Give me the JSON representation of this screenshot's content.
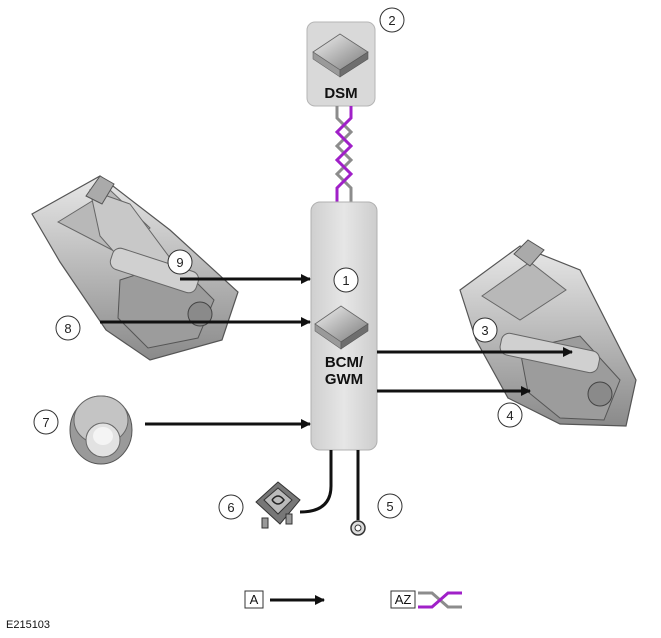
{
  "modules": {
    "dsm": {
      "label": "DSM"
    },
    "bcm": {
      "label_line1": "BCM/",
      "label_line2": "GWM"
    }
  },
  "callouts": [
    "1",
    "2",
    "3",
    "4",
    "5",
    "6",
    "7",
    "8",
    "9"
  ],
  "legend": {
    "hardwired_key": "A",
    "network_key": "AZ"
  },
  "figure_id": "E215103",
  "colors": {
    "network_purple": "#a020c8",
    "network_grey": "#8c8c8c",
    "arrow": "#111111",
    "module_fill": "#dcdcdc"
  },
  "icons": [
    "steering-column-icon",
    "module-chip-icon",
    "switch-icon",
    "fuse-icon",
    "ground-eyelet-icon",
    "arrow-icon",
    "twisted-pair-icon"
  ]
}
